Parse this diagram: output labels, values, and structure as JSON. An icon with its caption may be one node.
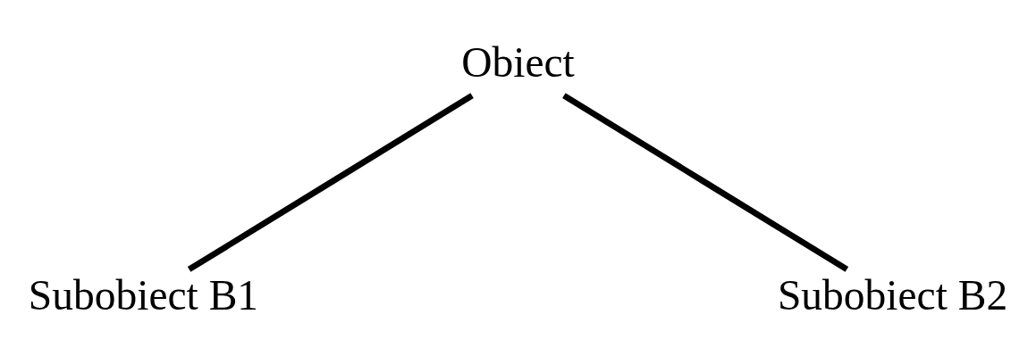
{
  "diagram": {
    "nodes": [
      {
        "text": [
          "Obiect"
        ]
      },
      {
        "text": [
          "Subobiect B1"
        ]
      },
      {
        "text": [
          "Subobiect B2"
        ]
      }
    ],
    "edges": [
      {
        "from": 0,
        "to": 1,
        "arrow": "none"
      },
      {
        "from": 0,
        "to": 2,
        "arrow": "none"
      }
    ]
  }
}
